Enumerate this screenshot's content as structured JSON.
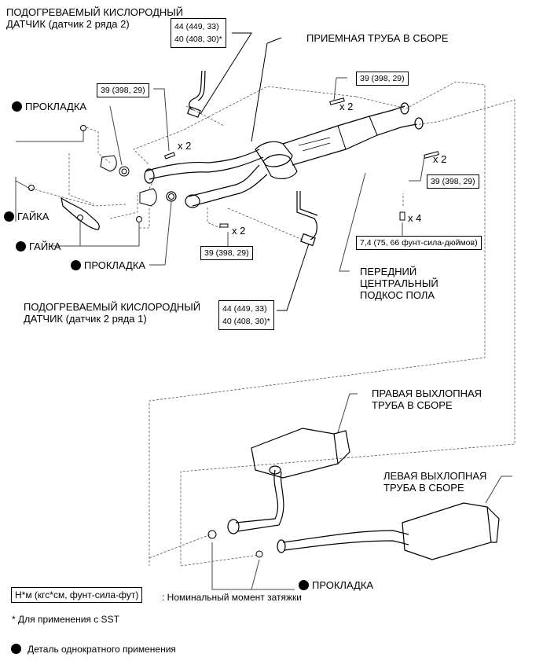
{
  "labels": {
    "o2_sensor_bank2": [
      "ПОДОГРЕВАЕМЫЙ КИСЛОРОДНЫЙ",
      "ДАТЧИК (датчик 2 ряда 2)"
    ],
    "o2_sensor_bank1": [
      "ПОДОГРЕВАЕМЫЙ КИСЛОРОДНЫЙ",
      "ДАТЧИК (датчик 2 ряда 1)"
    ],
    "front_pipe": "ПРИЕМНАЯ ТРУБА В СБОРЕ",
    "gasket_top": "ПРОКЛАДКА",
    "nut_left": "ГАЙКА",
    "nut_bottom": "ГАЙКА",
    "gasket_mid": "ПРОКЛАДКА",
    "brace": [
      "ПЕРЕДНИЙ",
      "ЦЕНТРАЛЬНЫЙ",
      "ПОДКОС ПОЛА"
    ],
    "right_tail_pipe": [
      "ПРАВАЯ ВЫХЛОПНАЯ",
      "ТРУБА В СБОРЕ"
    ],
    "left_tail_pipe": [
      "ЛЕВАЯ ВЫХЛОПНАЯ",
      "ТРУБА В СБОРЕ"
    ],
    "gasket_bottom": "ПРОКЛАДКА"
  },
  "torques": {
    "o2_bank2": [
      "44 (449, 33)",
      "40 (408, 30)*"
    ],
    "o2_bank1": [
      "44 (449, 33)",
      "40 (408, 30)*"
    ],
    "bolt_front_left": "39 (398, 29)",
    "bolt_top_right": "39 (398, 29)",
    "bolt_right": "39 (398, 29)",
    "bolt_lower": "39 (398, 29)",
    "brace_bolt": "7,4 (75, 66 фунт-сила-дюймов)"
  },
  "multipliers": {
    "front_left": "x 2",
    "top_right": "x 2",
    "right": "x 2",
    "lower": "x 2",
    "brace": "x 4"
  },
  "legend": {
    "torque_unit": "Н*м (кгс*см, фунт-сила-фут)",
    "torque_desc": ": Номинальный момент затяжки",
    "sst_note": "* Для применения с SST",
    "non_reusable": "Деталь однократного применения"
  }
}
